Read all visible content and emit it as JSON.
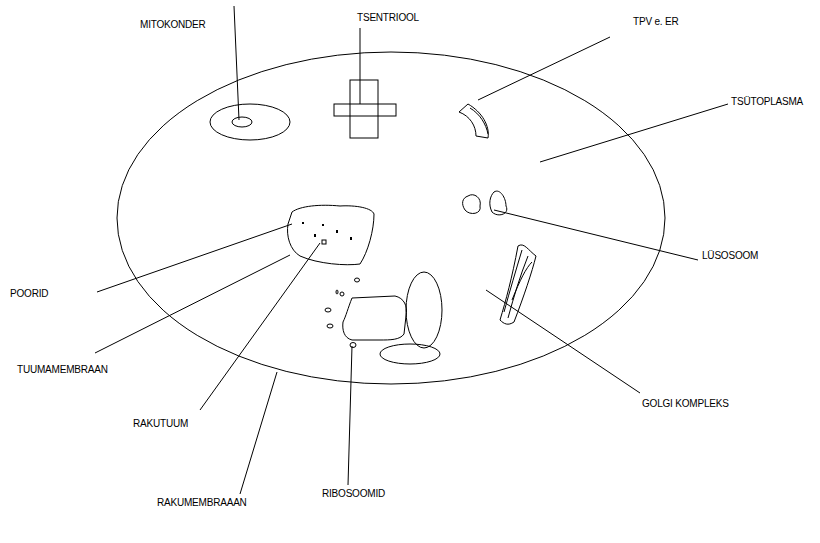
{
  "diagram": {
    "labels": [
      "MITOKONDER",
      "TSENTRIOOL",
      "TPV e. ER",
      "TSÜTOPLASMA",
      "LÜSOSOOM",
      "GOLGI KOMPLEKS",
      "RIBOSOOMID",
      "RAKUMEMBRAAAN",
      "RAKUTUUM",
      "TUUMAMEMBRAAN",
      "POORID"
    ]
  }
}
